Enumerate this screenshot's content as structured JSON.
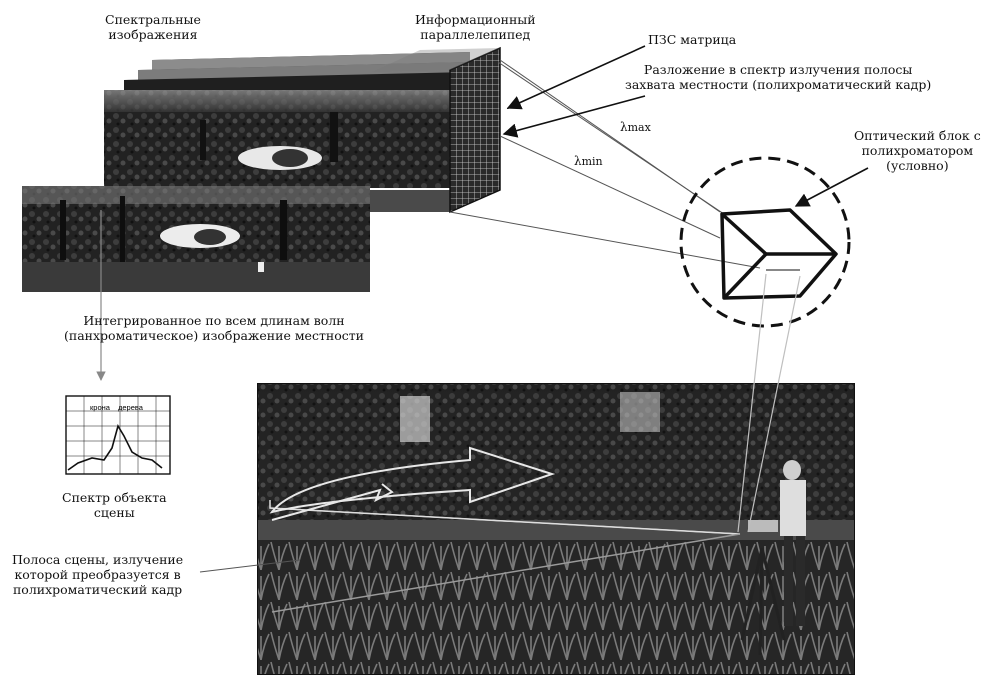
{
  "labels": {
    "spectral_images": [
      "Спектральные",
      "изображения"
    ],
    "info_cube": [
      "Информационный",
      "параллелепипед"
    ],
    "ccd_matrix": "ПЗС матрица",
    "decomposition": [
      "Разложение в спектр излучения полосы",
      "захвата местности (полихроматический кадр)"
    ],
    "lambda_max": "λ",
    "lambda_max_sub": "max",
    "lambda_min": "λ",
    "lambda_min_sub": "min",
    "optical_block": [
      "Оптический блок с",
      "полихроматором",
      "(условно)"
    ],
    "panchromatic": [
      "Интегрированное по всем длинам волн",
      "(панхроматическое) изображение местности"
    ],
    "object_spectrum": [
      "Спектр объекта",
      "сцены"
    ],
    "scene_strip": [
      "Полоса сцены, излучение",
      "которой преобразуется в",
      "полихроматический кадр"
    ],
    "spectrum_chart_tags": [
      "крона",
      "дерева"
    ]
  },
  "colors": {
    "ink": "#111111",
    "photo_dark": "#1c1c1c",
    "photo_mid": "#6a6a6a",
    "grid": "#ffffff"
  }
}
